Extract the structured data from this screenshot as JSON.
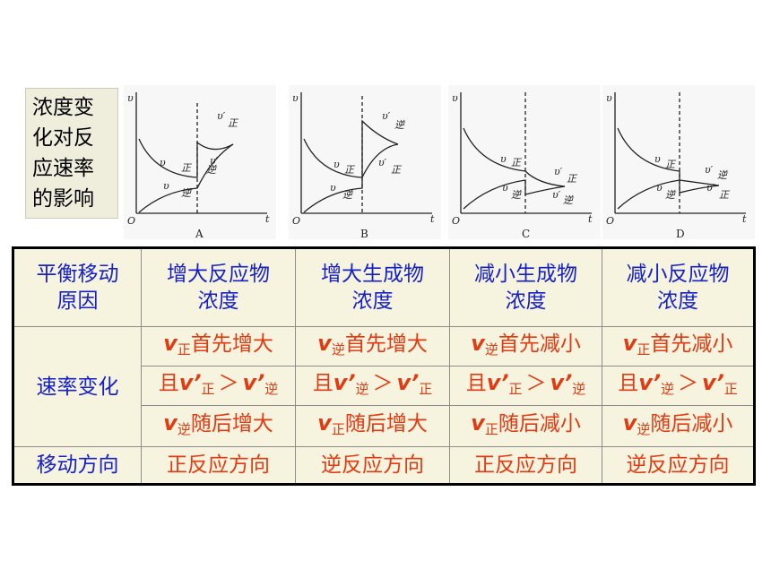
{
  "side_label": [
    "浓度变",
    "化对反",
    "应速率",
    "的影响"
  ],
  "graphs": [
    {
      "caption": "A",
      "axis_v": "υ",
      "axis_o": "O",
      "axis_t": "t",
      "labels": [
        "υ′",
        "正",
        "υ",
        "正",
        "υ′",
        "逆",
        "υ",
        "逆"
      ]
    },
    {
      "caption": "B",
      "axis_v": "υ",
      "axis_o": "O",
      "axis_t": "t",
      "labels": [
        "υ′",
        "逆",
        "υ",
        "正",
        "υ′",
        "正",
        "υ",
        "逆"
      ]
    },
    {
      "caption": "C",
      "axis_v": "υ",
      "axis_o": "O",
      "axis_t": "t",
      "labels": [
        "υ",
        "正",
        "υ′",
        "正",
        "υ",
        "逆",
        "υ′",
        "逆"
      ]
    },
    {
      "caption": "D",
      "axis_v": "υ",
      "axis_o": "O",
      "axis_t": "t",
      "labels": [
        "υ",
        "正",
        "υ′",
        "逆",
        "υ",
        "逆",
        "υ′",
        "正"
      ]
    }
  ],
  "table": {
    "header": {
      "c0": [
        "平衡移动",
        "原因"
      ],
      "c1": [
        "增大反应物",
        "浓度"
      ],
      "c2": [
        "增大生成物",
        "浓度"
      ],
      "c3": [
        "减小生成物",
        "浓度"
      ],
      "c4": [
        "减小反应物",
        "浓度"
      ]
    },
    "rate_label": "速率变化",
    "row1": [
      {
        "v": "v",
        "sub": "正",
        "text": "首先增大"
      },
      {
        "v": "v",
        "sub": "逆",
        "text": "首先增大"
      },
      {
        "v": "v",
        "sub": "逆",
        "text": "首先减小"
      },
      {
        "v": "v",
        "sub": "正",
        "text": "首先减小"
      }
    ],
    "row2": [
      {
        "pre": "且",
        "v1": "v’",
        "s1": "正",
        "gt": "＞",
        "v2": "v’",
        "s2": "逆"
      },
      {
        "pre": "且",
        "v1": "v’",
        "s1": "逆",
        "gt": "＞",
        "v2": "v’",
        "s2": "正"
      },
      {
        "pre": "且",
        "v1": "v’",
        "s1": "正",
        "gt": "＞",
        "v2": "v’",
        "s2": "逆"
      },
      {
        "pre": "且",
        "v1": "v’",
        "s1": "逆",
        "gt": "＞",
        "v2": "v’",
        "s2": "正"
      }
    ],
    "row3": [
      {
        "v": "v",
        "sub": "逆",
        "text": "随后增大"
      },
      {
        "v": "v",
        "sub": "正",
        "text": "随后增大"
      },
      {
        "v": "v",
        "sub": "正",
        "text": "随后减小"
      },
      {
        "v": "v",
        "sub": "逆",
        "text": "随后减小"
      }
    ],
    "direction_label": "移动方向",
    "direction": [
      "正反应方向",
      "逆反应方向",
      "正反应方向",
      "逆反应方向"
    ]
  }
}
